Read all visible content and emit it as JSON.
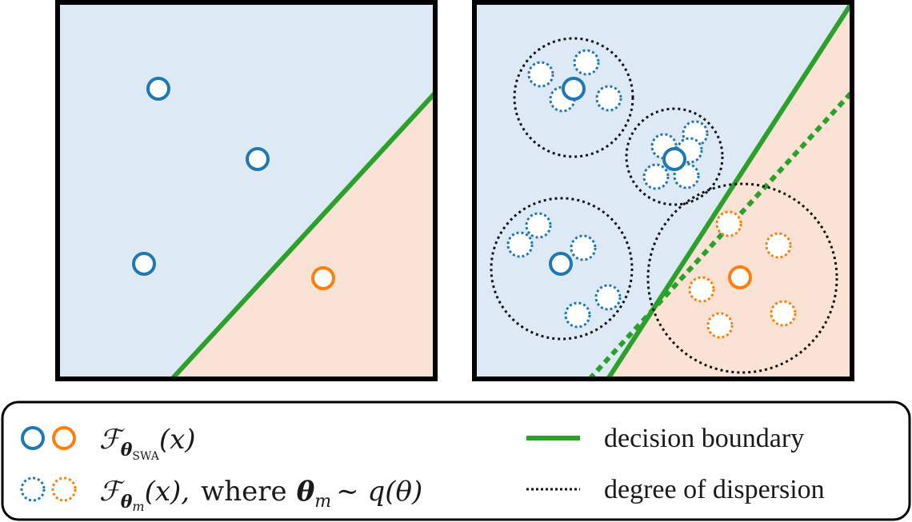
{
  "colors": {
    "blue_region": "#dde9f5",
    "orange_region": "#fae3d4",
    "blue_point": "#1f77b4",
    "orange_point": "#ff7f0e",
    "boundary": "#2ca02c",
    "dispersion": "#111111",
    "frame": "#000000"
  },
  "legend": {
    "swa": {
      "prefix": "ℱ",
      "sub": "θ",
      "subsub": "SWA",
      "arg": "(x)"
    },
    "posterior": {
      "prefix": "ℱ",
      "sub": "θ",
      "subsub": "m",
      "arg": "(x),",
      "where": "where",
      "theta": "θ",
      "theta_sub": "m",
      "rel": "∼ q(θ)"
    },
    "boundary_label": "decision boundary",
    "dispersion_label": "degree of dispersion"
  }
}
